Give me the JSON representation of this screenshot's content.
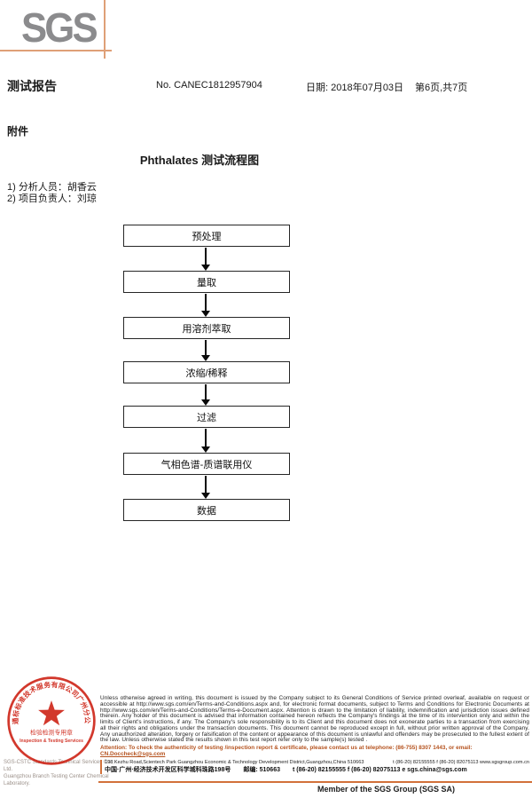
{
  "header": {
    "logo_text": "SGS",
    "report_title": "测试报告",
    "report_no": "No. CANEC1812957904",
    "report_date": "日期: 2018年07月03日",
    "page_info": "第6页,共7页",
    "attachment_label": "附件",
    "flow_title": "Phthalates 测试流程图",
    "analyst_line": "1)  分析人员：胡香云",
    "manager_line": "2)  项目负责人：刘琼"
  },
  "flow": {
    "steps": [
      "预处理",
      "量取",
      "用溶剂萃取",
      "浓缩/稀释",
      "过滤",
      "气相色谱-质谱联用仪",
      "数据"
    ]
  },
  "stamp": {
    "ring_text": "通标标准技术服务有限公司广州分公司",
    "seal_label": "检验检测专用章",
    "seal_sublabel": "Inspection & Testing Services"
  },
  "company": {
    "line1": "SGS-CSTC Standards Technical Services Co., Ltd.",
    "line2": "Guangzhou Branch Testing Center Chemical Laboratory."
  },
  "footer": {
    "disclaimer": "Unless otherwise agreed in writing, this document is issued by the Company subject to its General Conditions of Service printed overleaf, available on request or accessible at http://www.sgs.com/en/Terms-and-Conditions.aspx and, for electronic format documents, subject to Terms and Conditions for Electronic Documents at http://www.sgs.com/en/Terms-and-Conditions/Terms-e-Document.aspx. Attention is drawn to the limitation of liability, indemnification and jurisdiction issues defined therein. Any holder of this document is advised that information contained hereon reflects the Company's findings at the time of its intervention only and within the limits of Client's instructions, if any. The Company's sole responsibility is to its Client and this document does not exonerate parties to a transaction from exercising all their rights and obligations under the transaction documents. This document cannot be reproduced except in full, without prior written approval of the Company. Any unauthorized alteration, forgery or falsification of the content or appearance of this document is unlawful and offenders may be prosecuted to the fullest extent of the law. Unless otherwise stated the results shown in this test report refer only to the sample(s) tested .",
    "attention_text": "Attention: To check the authenticity of testing /inspection report & certificate, please contact us at telephone: (86-755) 8307 1443, or email: ",
    "attention_email": "CN.Doccheck@sgs.com",
    "address_en": "198 Kezhu Road,Scientech Park Guangzhou Economic & Technology Development District,Guangzhou,China  510663",
    "address_en_contact": "t (86-20) 82155555   f (86-20) 82075113   www.sgsgroup.com.cn",
    "address_cn": "中国·广州·经济技术开发区科学城科珠路198号",
    "address_cn_postal": "邮编: 510663",
    "address_cn_contact": "t (86-20) 82155555  f (86-20) 82075113   e  sgs.china@sgs.com",
    "member_text": "Member of the SGS Group (SGS SA)"
  },
  "colors": {
    "accent_orange": "#dfa077",
    "rule_orange": "#d2713a",
    "attention_orange": "#b5531f",
    "stamp_red": "#cf281b",
    "logo_gray": "#8b8b8d"
  }
}
